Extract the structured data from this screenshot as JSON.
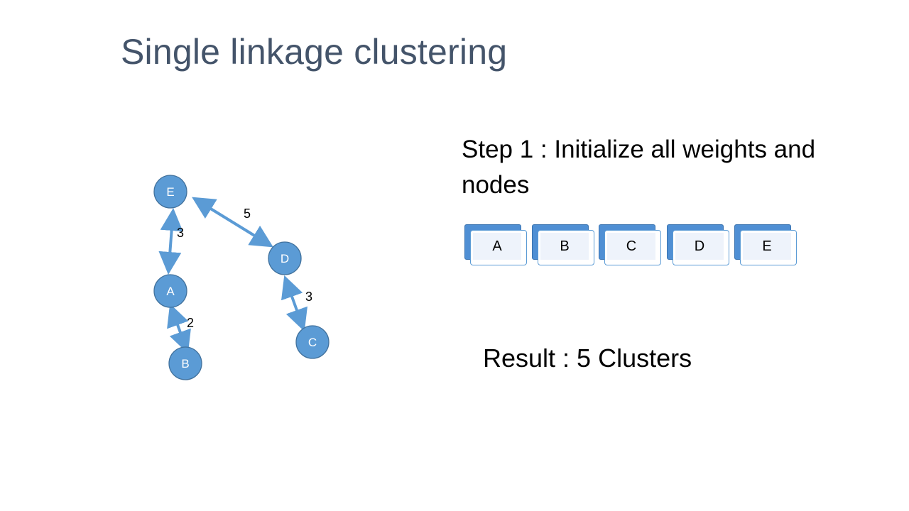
{
  "title": "Single linkage clustering",
  "graph": {
    "nodes": [
      {
        "id": "E",
        "label": "E"
      },
      {
        "id": "D",
        "label": "D"
      },
      {
        "id": "A",
        "label": "A"
      },
      {
        "id": "C",
        "label": "C"
      },
      {
        "id": "B",
        "label": "B"
      }
    ],
    "edges": [
      {
        "from": "E",
        "to": "A",
        "weight": "3"
      },
      {
        "from": "E",
        "to": "D",
        "weight": "5"
      },
      {
        "from": "A",
        "to": "B",
        "weight": "2"
      },
      {
        "from": "D",
        "to": "C",
        "weight": "3"
      }
    ],
    "node_color": "#5b9bd5",
    "edge_color": "#5b9bd5"
  },
  "step": {
    "text": "Step 1 : Initialize all weights and nodes"
  },
  "clusters": [
    {
      "label": "A"
    },
    {
      "label": "B"
    },
    {
      "label": "C"
    },
    {
      "label": "D"
    },
    {
      "label": "E"
    }
  ],
  "result": {
    "text": "Result : 5 Clusters"
  }
}
